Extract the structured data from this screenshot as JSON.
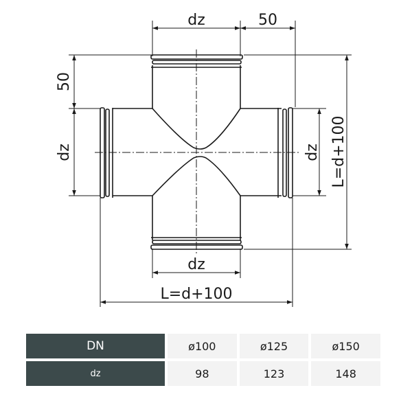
{
  "diagram": {
    "dim_top_dz": "dz",
    "dim_top_50": "50",
    "dim_left_50": "50",
    "dim_left_dz": "dz",
    "dim_right_dz": "dz",
    "dim_right_length": "L=d+100",
    "dim_bottom_dz": "dz",
    "dim_bottom_length": "L=d+100"
  },
  "table": {
    "rows": [
      {
        "header": "DN",
        "values": [
          "ø100",
          "ø125",
          "ø150"
        ]
      },
      {
        "header": "dz",
        "values": [
          "98",
          "123",
          "148"
        ]
      }
    ]
  },
  "colors": {
    "line": "#1a1a1a",
    "header_bg": "#3c4a4b",
    "cell_bg": "#f3f3f3"
  }
}
